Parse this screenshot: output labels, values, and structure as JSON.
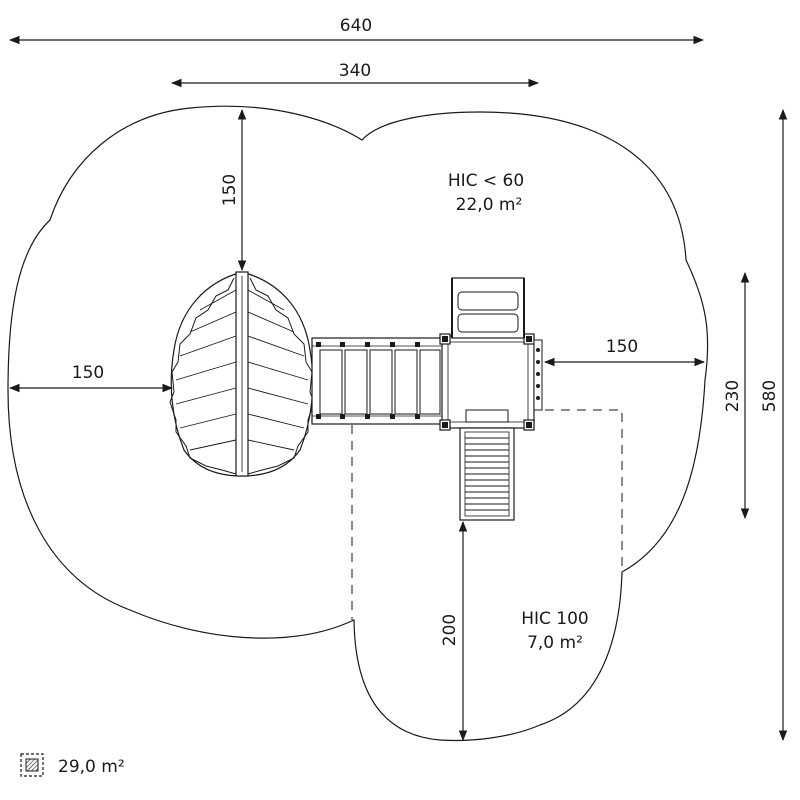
{
  "dimensions": {
    "total_width": "640",
    "structure_width": "340",
    "top_clearance": "150",
    "left_clearance": "150",
    "right_clearance": "150",
    "structure_depth": "230",
    "total_depth": "580",
    "slide_clearance": "200"
  },
  "zones": {
    "main": {
      "hic": "HIC < 60",
      "area": "22,0 m²"
    },
    "slide": {
      "hic": "HIC 100",
      "area": "7,0 m²"
    }
  },
  "legend": {
    "total_area": "29,0 m²"
  }
}
